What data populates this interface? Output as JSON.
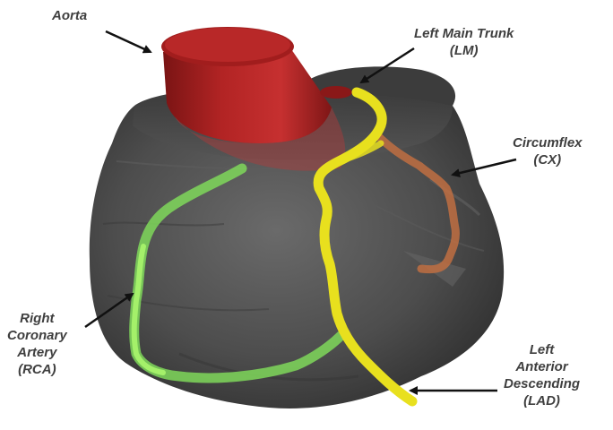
{
  "labels": {
    "aorta": {
      "lines": [
        "Aorta"
      ]
    },
    "lm": {
      "lines": [
        "Left Main Trunk",
        "(LM)"
      ]
    },
    "cx": {
      "lines": [
        "Circumflex",
        "(CX)"
      ]
    },
    "rca": {
      "lines": [
        "Right",
        "Coronary",
        "Artery",
        "(RCA)"
      ]
    },
    "lad": {
      "lines": [
        "Left",
        "Anterior",
        "Descending",
        "(LAD)"
      ]
    }
  },
  "colors": {
    "heart": "#4a4a4a",
    "aorta": "#a82020",
    "lad": "#e8e01e",
    "rca": "#7fd85a",
    "cx": "#b86a3e",
    "label_text": "#3f3f3f"
  }
}
